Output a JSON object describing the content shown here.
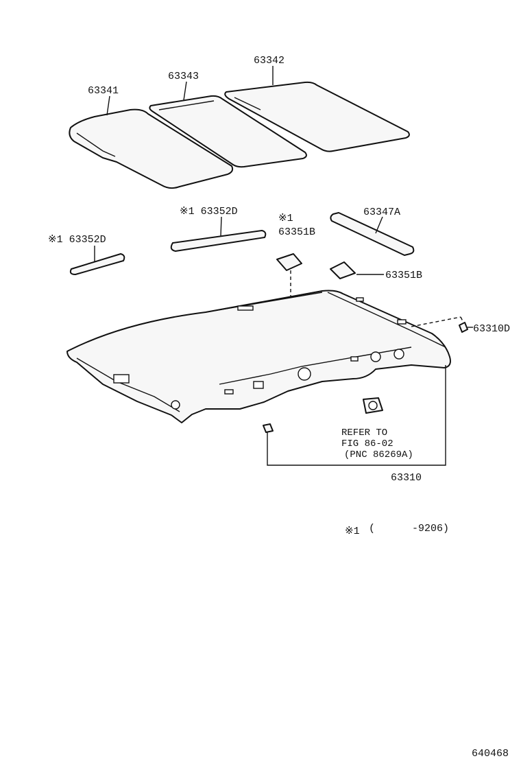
{
  "labels": {
    "p63341": "63341",
    "p63343": "63343",
    "p63342": "63342",
    "p63352d_center": "※1 63352D",
    "p63352d_left": "※1 63352D",
    "p63351b_mark": "※1",
    "p63351b_top": "63351B",
    "p63347a": "63347A",
    "p63351b_right": "63351B",
    "p63310d": "63310D",
    "p63310": "63310"
  },
  "refer": {
    "line1": "REFER TO",
    "line2": "FIG 86-02",
    "line3": "(PNC 86269A)"
  },
  "footnote": {
    "mark": "※1",
    "text": "(      -9206)"
  },
  "figure_number": "640468"
}
